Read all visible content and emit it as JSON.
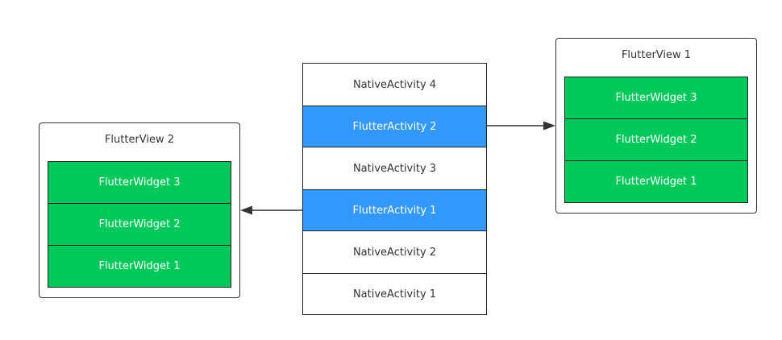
{
  "colors": {
    "flutter_activity": "#3399ff",
    "flutter_widget": "#00c85a",
    "native_activity": "#ffffff",
    "stroke": "#222222",
    "text_dark": "#333333",
    "text_light": "#ffffff"
  },
  "activity_stack": {
    "items": [
      {
        "label": "NativeActivity 4",
        "kind": "native"
      },
      {
        "label": "FlutterActivity 2",
        "kind": "flutter"
      },
      {
        "label": "NativeActivity 3",
        "kind": "native"
      },
      {
        "label": "FlutterActivity 1",
        "kind": "flutter"
      },
      {
        "label": "NativeActivity 2",
        "kind": "native"
      },
      {
        "label": "NativeActivity 1",
        "kind": "native"
      }
    ]
  },
  "flutter_view_1": {
    "title": "FlutterView 1",
    "widgets": [
      "FlutterWidget 3",
      "FlutterWidget 2",
      "FlutterWidget 1"
    ]
  },
  "flutter_view_2": {
    "title": "FlutterView 2",
    "widgets": [
      "FlutterWidget 3",
      "FlutterWidget 2",
      "FlutterWidget 1"
    ]
  },
  "connections": [
    {
      "from": "FlutterActivity 2",
      "to": "FlutterView 1"
    },
    {
      "from": "FlutterActivity 1",
      "to": "FlutterView 2"
    }
  ]
}
